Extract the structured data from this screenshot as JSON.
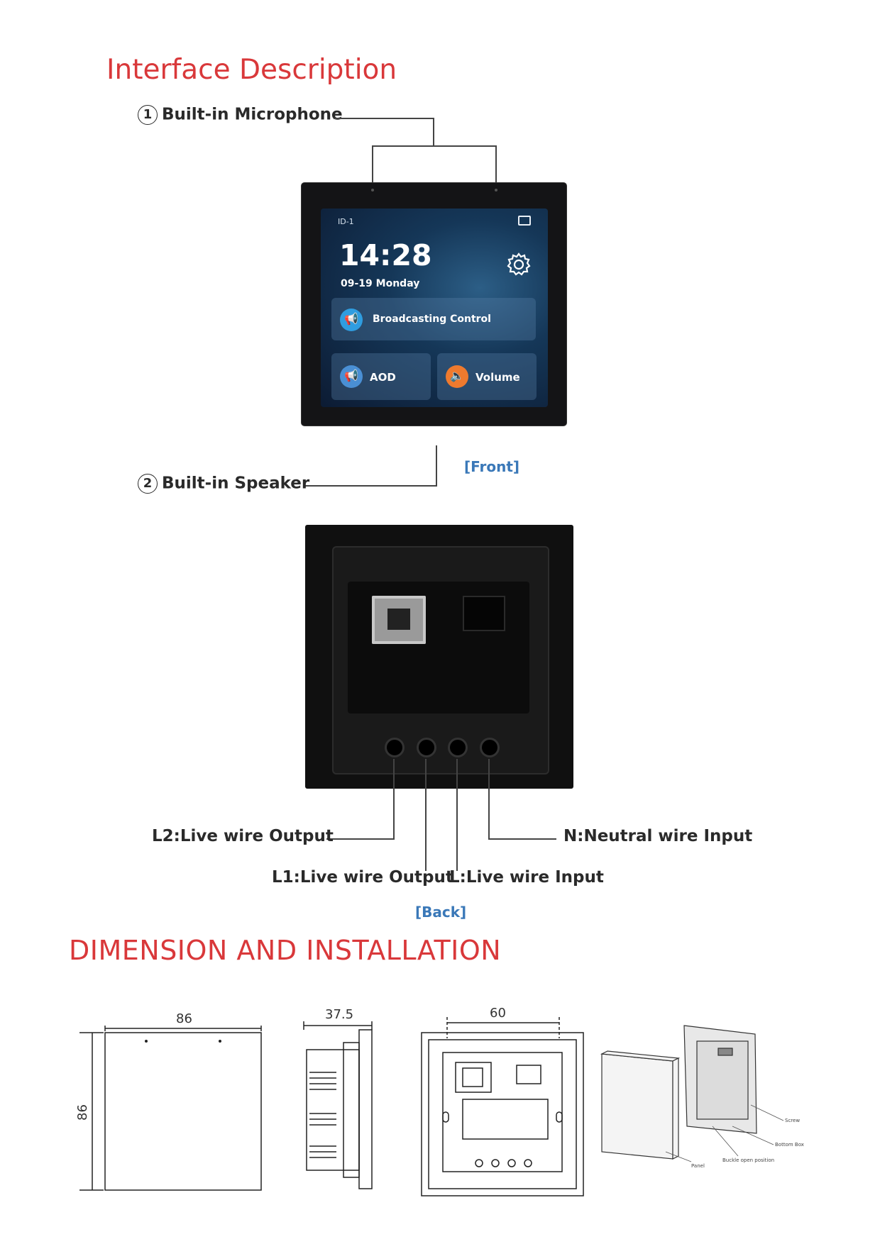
{
  "headings": {
    "interface": "Interface Description",
    "dimension": "DIMENSION AND INSTALLATION"
  },
  "labels": {
    "microphone_num": "1",
    "microphone": "Built-in Microphone",
    "speaker_num": "2",
    "speaker": "Built-in Speaker",
    "front": "[Front]",
    "back": "[Back]",
    "l2": "L2:Live wire Output",
    "n": "N:Neutral wire Input",
    "l1": "L1:Live wire Output",
    "l": "L:Live wire Input"
  },
  "screen": {
    "device_id": "ID-1",
    "time": "14:28",
    "date": "09-19 Monday",
    "broadcast": "Broadcasting Control",
    "aod": "AOD",
    "volume": "Volume"
  },
  "dimensions": {
    "width": "86",
    "height": "86",
    "depth": "37.5",
    "mount": "60",
    "screw": "Screw",
    "bottom_box": "Bottom Box",
    "buckle": "Buckle open position",
    "panel": "Panel"
  },
  "icons": {
    "gear": "gear-icon",
    "cast": "cast-icon",
    "megaphone": "megaphone-icon",
    "speaker": "speaker-icon"
  },
  "colors": {
    "heading": "#d9383a",
    "caption": "#3a78b8",
    "volume_icon": "#ee7a2e",
    "broadcast_icon": "#2f9de0"
  }
}
